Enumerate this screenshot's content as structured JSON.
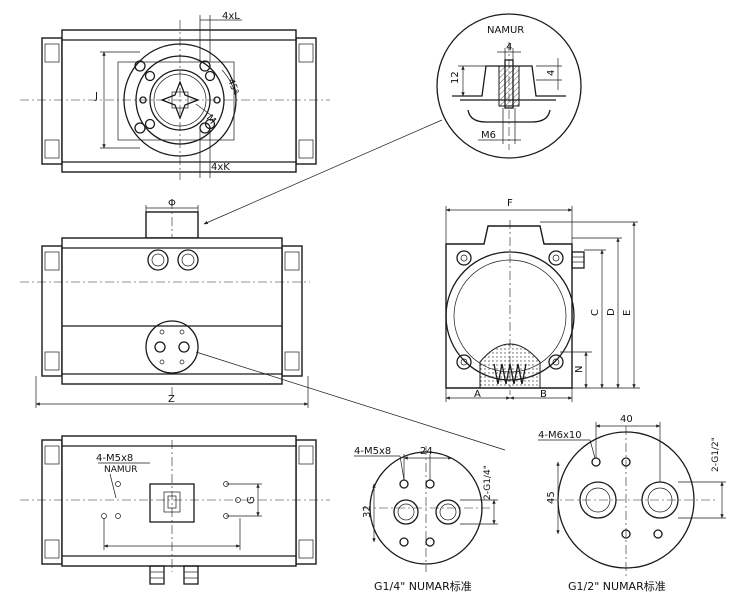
{
  "labels": {
    "four_l": "4xL",
    "four_k": "4xK",
    "deg45": "45°",
    "j": "J",
    "m": "M",
    "namur_title": "NAMUR",
    "namur_w4": "4",
    "namur_h12": "12",
    "namur_h4": "4",
    "namur_m6": "M6",
    "phi": "Φ",
    "z": "Z",
    "f": "F",
    "a": "A",
    "b": "B",
    "c": "C",
    "d": "D",
    "e": "E",
    "n": "N",
    "bottom_m5": "4-M5x8",
    "bottom_namur": "NAMUR",
    "g": "G",
    "left_m5": "4-M5x8",
    "left_24": "24",
    "left_32": "32",
    "left_g14": "2-G1/4\"",
    "right_m6": "4-M6x10",
    "right_40": "40",
    "right_45": "45",
    "right_g12": "2-G1/2\""
  },
  "captions": {
    "left": "G1/4\" NUMAR标准",
    "right": "G1/2\" NUMAR标准"
  },
  "colors": {
    "line": "#1a1a1a",
    "hatch": "#555555"
  }
}
